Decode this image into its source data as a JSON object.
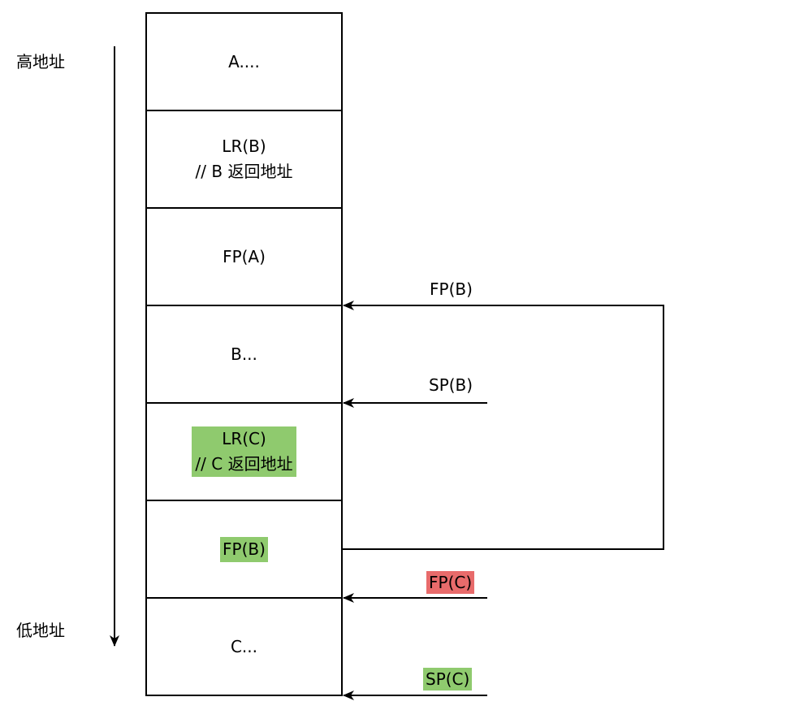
{
  "axis": {
    "high_label": "高地址",
    "low_label": "低地址"
  },
  "stack": [
    {
      "lines": [
        "A...."
      ],
      "highlight": ""
    },
    {
      "lines": [
        "LR(B)",
        "// B 返回地址"
      ],
      "highlight": ""
    },
    {
      "lines": [
        "FP(A)"
      ],
      "highlight": ""
    },
    {
      "lines": [
        "B..."
      ],
      "highlight": ""
    },
    {
      "lines": [
        "LR(C)",
        "// C 返回地址"
      ],
      "highlight": "#8fca6e"
    },
    {
      "lines": [
        "FP(B)"
      ],
      "highlight": "#8fca6e"
    },
    {
      "lines": [
        "C..."
      ],
      "highlight": ""
    }
  ],
  "pointers": {
    "fp_b": {
      "text": "FP(B)",
      "highlight": ""
    },
    "sp_b": {
      "text": "SP(B)",
      "highlight": ""
    },
    "fp_c": {
      "text": "FP(C)",
      "highlight": "#e86b6b"
    },
    "sp_c": {
      "text": "SP(C)",
      "highlight": "#8fca6e"
    }
  },
  "colors": {
    "line": "#000000",
    "green_highlight": "#8fca6e",
    "red_highlight": "#e86b6b"
  }
}
